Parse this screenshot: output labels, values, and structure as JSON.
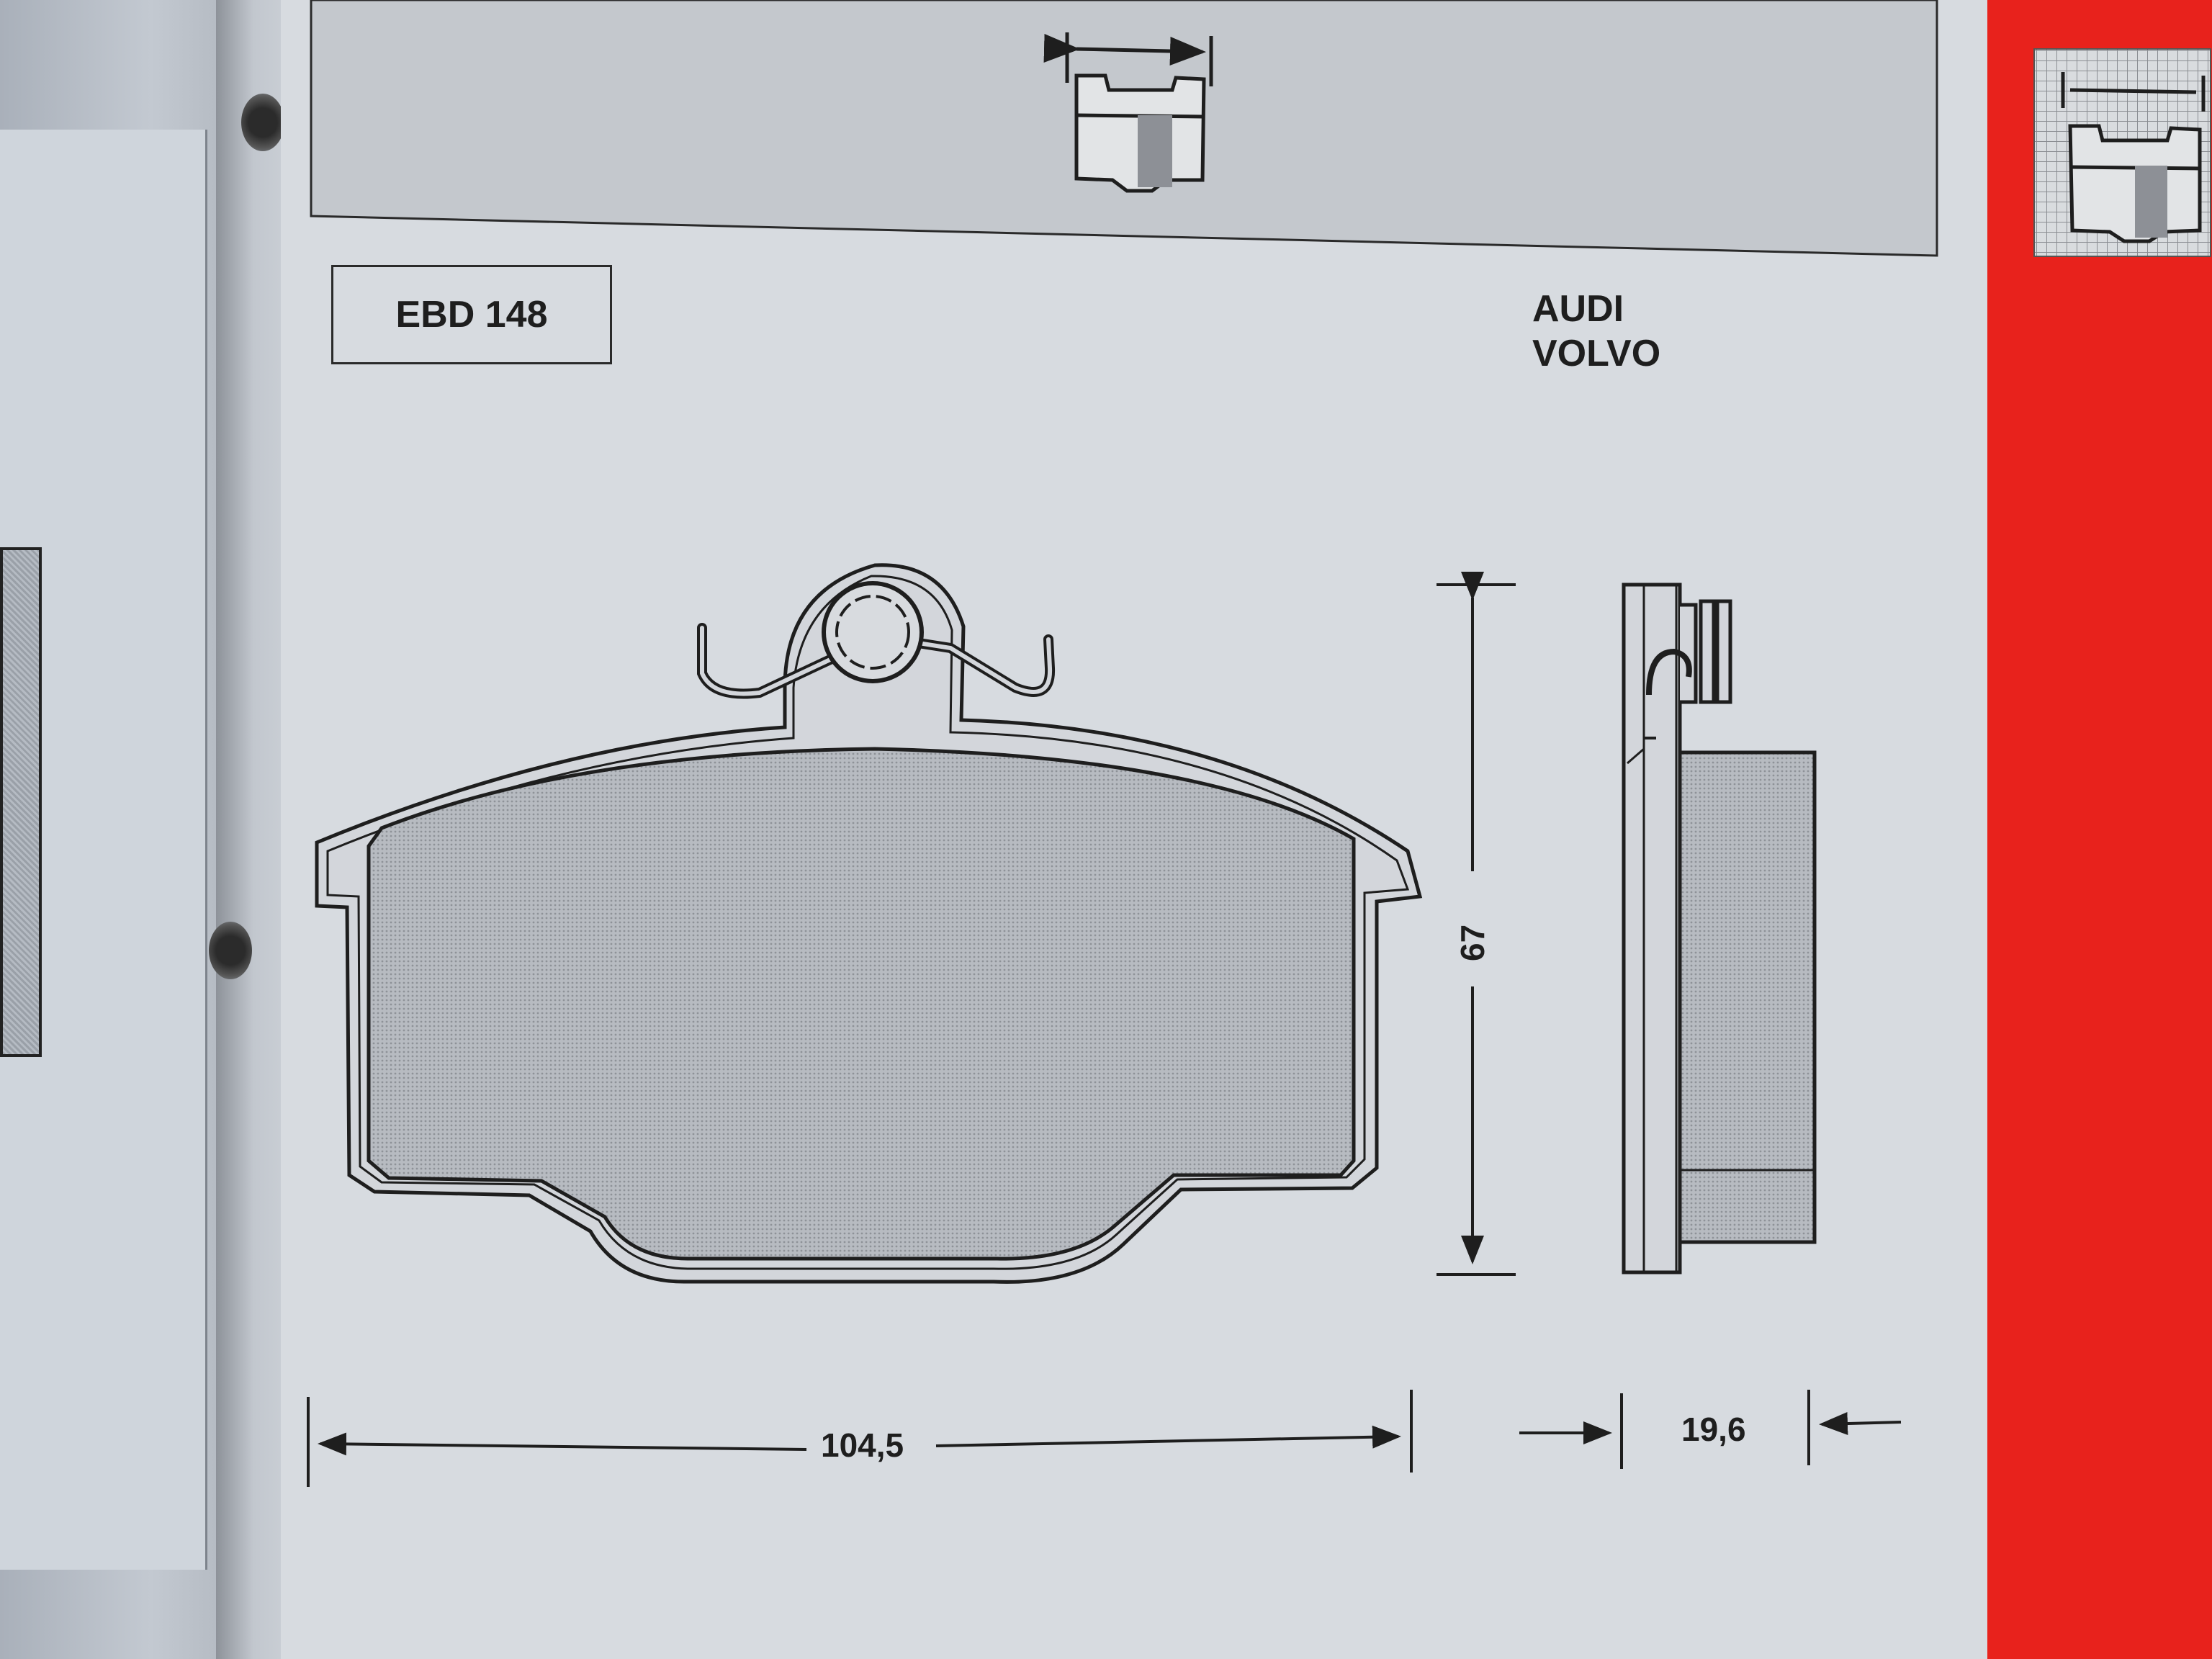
{
  "part_code": "EBD 148",
  "brands": [
    "AUDI",
    "VOLVO"
  ],
  "dimensions": {
    "width": "104,5",
    "height": "67",
    "thickness": "19,6"
  },
  "colors": {
    "header_band": "#c4c8cd",
    "page": "#d7dbe0",
    "red_strip": "#e8221c",
    "friction_fill": "#a8acb2",
    "line": "#1e1e1e"
  },
  "icons": [
    "brake-pad-width-icon",
    "brake-pad-width-icon-thumb"
  ]
}
